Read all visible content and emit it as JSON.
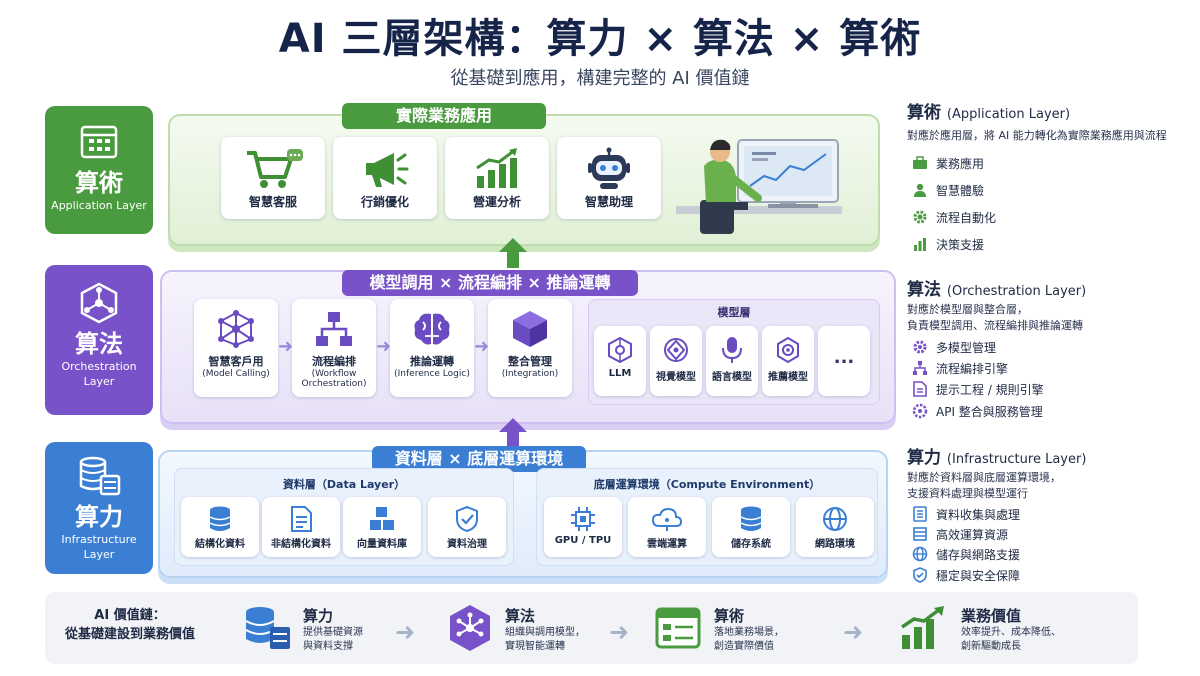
{
  "header": {
    "title": "AI 三層架構：算力 × 算法 × 算術",
    "subtitle": "從基礎到應用，構建完整的 AI 價值鏈"
  },
  "badges": {
    "app": {
      "name": "算術",
      "sub": "Application Layer"
    },
    "orc": {
      "name": "算法",
      "sub_line1": "Orchestration",
      "sub_line2": "Layer"
    },
    "inf": {
      "name": "算力",
      "sub_line1": "Infrastructure",
      "sub_line2": "Layer"
    }
  },
  "app_layer": {
    "title": "實際業務應用",
    "cards": [
      "智慧客服",
      "行銷優化",
      "營運分析",
      "智慧助理"
    ]
  },
  "orc_layer": {
    "title": "模型調用 × 流程編排 × 推論運轉",
    "cards": [
      {
        "label": "智慧客戶用",
        "sub": "(Model Calling)"
      },
      {
        "label": "流程編排",
        "sub1": "(Workflow",
        "sub2": "Orchestration)"
      },
      {
        "label": "推論運轉",
        "sub": "(Inference Logic)"
      },
      {
        "label": "整合管理",
        "sub": "(Integration)"
      }
    ],
    "model_title": "模型層",
    "models": [
      "LLM",
      "視覺模型",
      "語言模型",
      "推薦模型",
      "..."
    ]
  },
  "inf_layer": {
    "title": "資料層 × 底層運算環境",
    "data_title": "資料層（Data Layer）",
    "data_cards": [
      "結構化資料",
      "非結構化資料",
      "向量資料庫",
      "資料治理"
    ],
    "compute_title": "底層運算環境（Compute Environment）",
    "compute_cards": [
      "GPU / TPU",
      "雲端運算",
      "儲存系統",
      "網路環境"
    ]
  },
  "right": {
    "app": {
      "title": "算術",
      "title_en": "(Application Layer)",
      "desc": "對應於應用層，將 AI 能力轉化為實際業務應用與流程",
      "items": [
        "業務應用",
        "智慧體驗",
        "流程自動化",
        "決策支援"
      ]
    },
    "orc": {
      "title": "算法",
      "title_en": "(Orchestration Layer)",
      "desc1": "對應於模型層與整合層，",
      "desc2": "負責模型調用、流程編排與推論運轉",
      "items": [
        "多模型管理",
        "流程編排引擎",
        "提示工程 / 規則引擎",
        "API 整合與服務管理"
      ]
    },
    "inf": {
      "title": "算力",
      "title_en": "(Infrastructure Layer)",
      "desc1": "對應於資料層與底層運算環境，",
      "desc2": "支援資料處理與模型運行",
      "items": [
        "資料收集與處理",
        "高效運算資源",
        "儲存與網路支援",
        "穩定與安全保障"
      ]
    }
  },
  "value_chain": {
    "label1": "AI 價值鏈：",
    "label2": "從基礎建設到業務價值",
    "steps": [
      {
        "name": "算力",
        "d1": "提供基礎資源",
        "d2": "與資料支撐"
      },
      {
        "name": "算法",
        "d1": "組織與調用模型，",
        "d2": "實現智能運轉"
      },
      {
        "name": "算術",
        "d1": "落地業務場景，",
        "d2": "創造實際價值"
      },
      {
        "name": "業務價值",
        "d1": "效率提升、成本降低、",
        "d2": "創新驅動成長"
      }
    ],
    "arrow": "➜"
  },
  "colors": {
    "app_green": "#4a9a3f",
    "orc_purple": "#7752c9",
    "inf_blue": "#3b7fd4",
    "title_navy": "#16244a"
  }
}
